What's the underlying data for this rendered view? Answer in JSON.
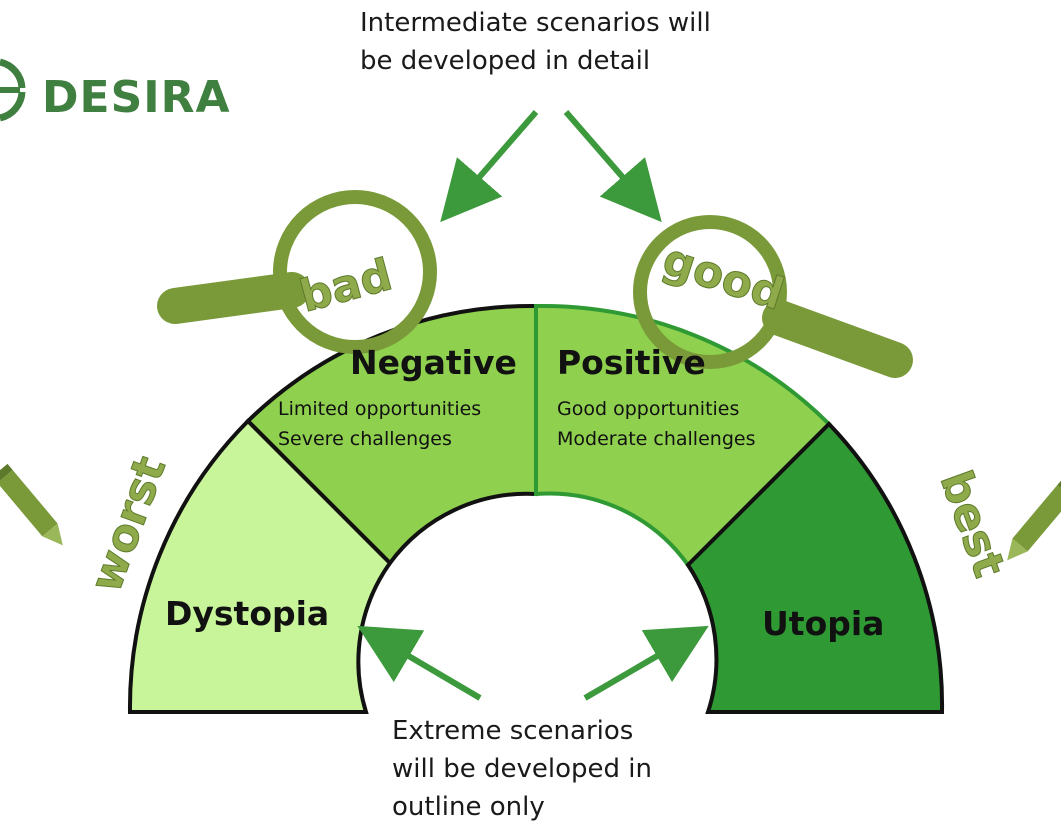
{
  "logo": {
    "text": "DESIRA",
    "color": "#3f7f3f"
  },
  "captions": {
    "intermediate": [
      "Intermediate scenarios will",
      "be developed in detail"
    ],
    "extreme": [
      "Extreme scenarios",
      "will be developed in",
      "outline only"
    ]
  },
  "segments": {
    "dystopia": {
      "title": "Dystopia",
      "color": "#c8f49a"
    },
    "negative": {
      "title": "Negative",
      "lines": [
        "Limited opportunities",
        "Severe challenges"
      ],
      "color": "#8fd04e"
    },
    "positive": {
      "title": "Positive",
      "lines": [
        "Good opportunities",
        "Moderate challenges"
      ],
      "color": "#8fd04e"
    },
    "utopia": {
      "title": "Utopia",
      "color": "#2f9a34"
    }
  },
  "tags": {
    "worst": "worst",
    "bad": "bad",
    "good": "good",
    "best": "best"
  },
  "colors": {
    "arrow": "#3c9a3c",
    "olive": "#7a9a3a",
    "outline": "#111111"
  }
}
